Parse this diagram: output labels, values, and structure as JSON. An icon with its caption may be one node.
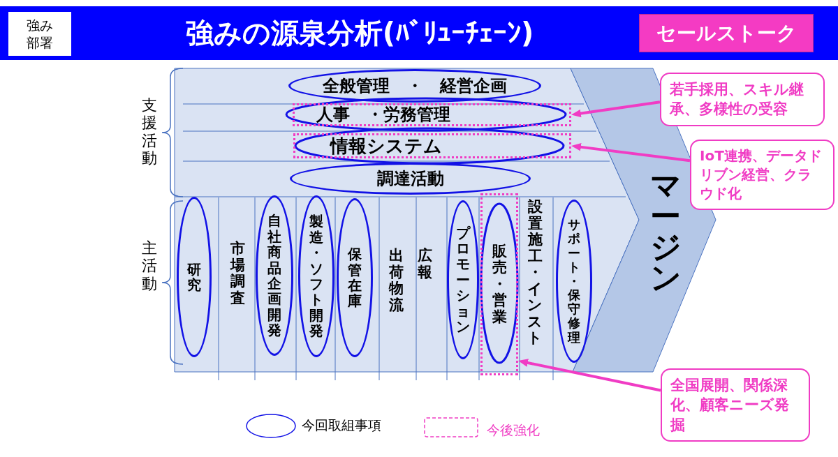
{
  "diagram": {
    "title": "強みの源泉分析(ﾊﾞﾘｭｰﾁｪｰﾝ)",
    "nodes": [
      {
        "text": [
          "強み部署"
        ]
      },
      {
        "text": [
          "セールストーク"
        ]
      },
      {
        "text": [
          "全般管理　・　経営企画"
        ]
      },
      {
        "text": [
          "人事　・労務管理"
        ]
      },
      {
        "text": [
          "情報システム"
        ]
      },
      {
        "text": [
          "調達活動"
        ]
      },
      {
        "text": [
          "研究"
        ]
      },
      {
        "text": [
          "市場調査"
        ]
      },
      {
        "text": [
          "自社商品企画開発"
        ]
      },
      {
        "text": [
          "製造・ソフト開発"
        ]
      },
      {
        "text": [
          "保管在庫"
        ]
      },
      {
        "text": [
          "出荷物流"
        ]
      },
      {
        "text": [
          "広報"
        ]
      },
      {
        "text": [
          "プロモーション"
        ]
      },
      {
        "text": [
          "販売・営業"
        ]
      },
      {
        "text": [
          "設置施工・インスト"
        ]
      },
      {
        "text": [
          "サポート・保守修理"
        ]
      },
      {
        "text": [
          "マージン"
        ]
      },
      {
        "text": [
          "若手採用、スキル継承、多様性の受容"
        ]
      },
      {
        "text": [
          "IoT連携、データドリブン経営、クラウド化"
        ]
      },
      {
        "text": [
          "全国展開、関係深化、顧客ニーズ発掘"
        ]
      }
    ],
    "edges": [
      {
        "from": 18,
        "to": 3,
        "arrow": "to"
      },
      {
        "from": 19,
        "to": 4,
        "arrow": "to"
      },
      {
        "from": 20,
        "to": 14,
        "arrow": "to"
      }
    ],
    "labels": [
      "支援活動",
      "主活動"
    ],
    "legend": [
      {
        "text": "今回取組事項"
      },
      {
        "text": "今後強化"
      }
    ]
  }
}
